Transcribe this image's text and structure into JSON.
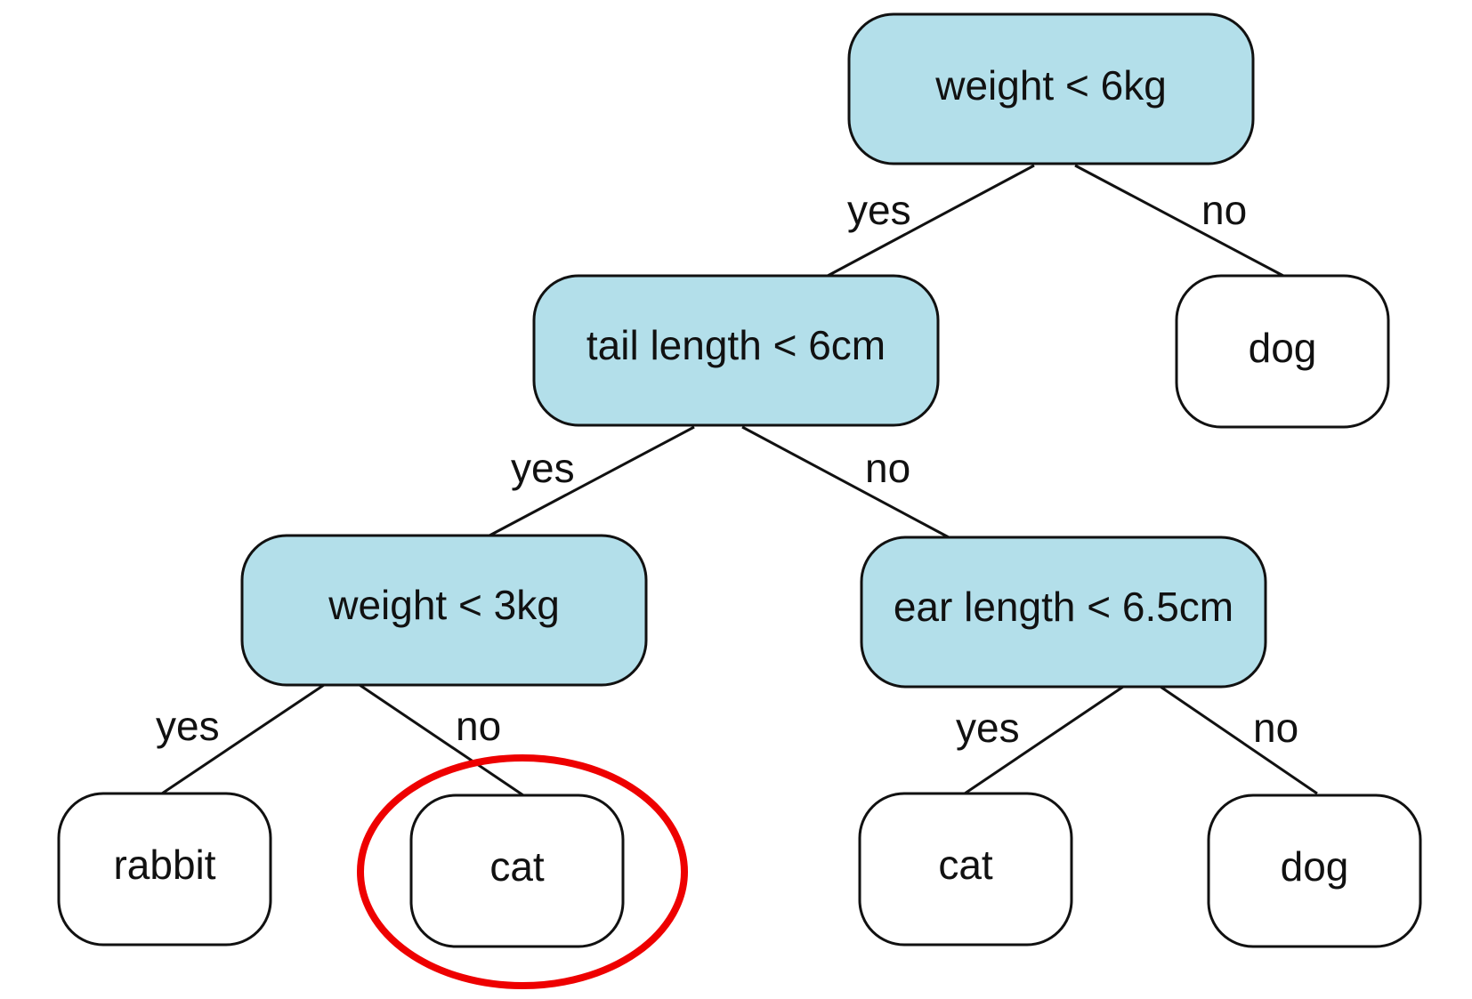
{
  "colors": {
    "decision_fill": "#b3dfea",
    "leaf_fill": "#ffffff",
    "stroke": "#111111",
    "highlight": "#ee0000"
  },
  "nodes": {
    "root": {
      "label": "weight < 6kg",
      "kind": "decision"
    },
    "tail": {
      "label": "tail length < 6cm",
      "kind": "decision"
    },
    "dog_top": {
      "label": "dog",
      "kind": "leaf"
    },
    "weight3": {
      "label": "weight < 3kg",
      "kind": "decision"
    },
    "ear": {
      "label": "ear length < 6.5cm",
      "kind": "decision"
    },
    "rabbit": {
      "label": "rabbit",
      "kind": "leaf"
    },
    "cat_left": {
      "label": "cat",
      "kind": "leaf",
      "highlighted": true
    },
    "cat_right": {
      "label": "cat",
      "kind": "leaf"
    },
    "dog_bottom": {
      "label": "dog",
      "kind": "leaf"
    }
  },
  "edges": [
    {
      "from": "root",
      "to": "tail",
      "label": "yes"
    },
    {
      "from": "root",
      "to": "dog_top",
      "label": "no"
    },
    {
      "from": "tail",
      "to": "weight3",
      "label": "yes"
    },
    {
      "from": "tail",
      "to": "ear",
      "label": "no"
    },
    {
      "from": "weight3",
      "to": "rabbit",
      "label": "yes"
    },
    {
      "from": "weight3",
      "to": "cat_left",
      "label": "no"
    },
    {
      "from": "ear",
      "to": "cat_right",
      "label": "yes"
    },
    {
      "from": "ear",
      "to": "dog_bottom",
      "label": "no"
    }
  ]
}
